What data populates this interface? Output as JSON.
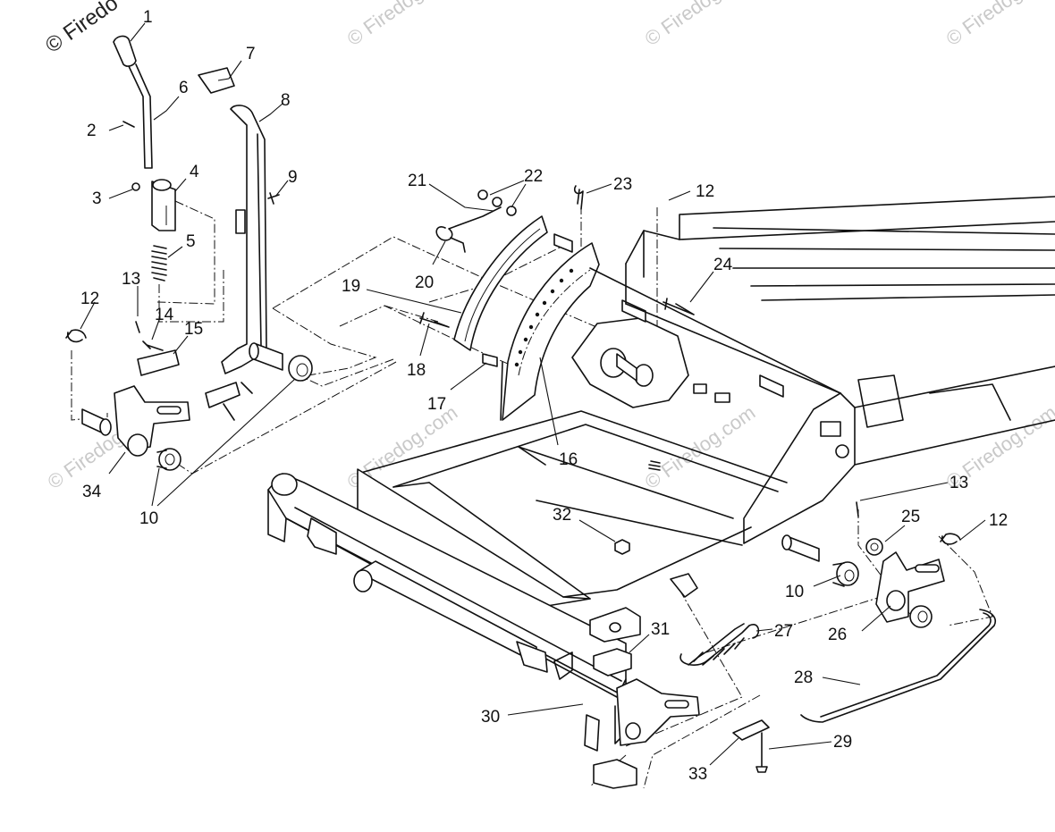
{
  "watermark": {
    "text": "© Firedog.com",
    "corner_text": "© Firedo",
    "color": "#c9c9c9"
  },
  "callouts": {
    "c1": "1",
    "c2": "2",
    "c3": "3",
    "c4": "4",
    "c5": "5",
    "c6": "6",
    "c7": "7",
    "c8": "8",
    "c9": "9",
    "c10a": "10",
    "c10b": "10",
    "c12a": "12",
    "c12b": "12",
    "c12c": "12",
    "c13a": "13",
    "c13b": "13",
    "c14": "14",
    "c15": "15",
    "c16": "16",
    "c17": "17",
    "c18": "18",
    "c19": "19",
    "c20": "20",
    "c21": "21",
    "c22": "22",
    "c23": "23",
    "c24": "24",
    "c25": "25",
    "c26": "26",
    "c27": "27",
    "c28": "28",
    "c29": "29",
    "c30": "30",
    "c31": "31",
    "c32": "32",
    "c33": "33",
    "c34": "34"
  },
  "line_color": "#111111"
}
